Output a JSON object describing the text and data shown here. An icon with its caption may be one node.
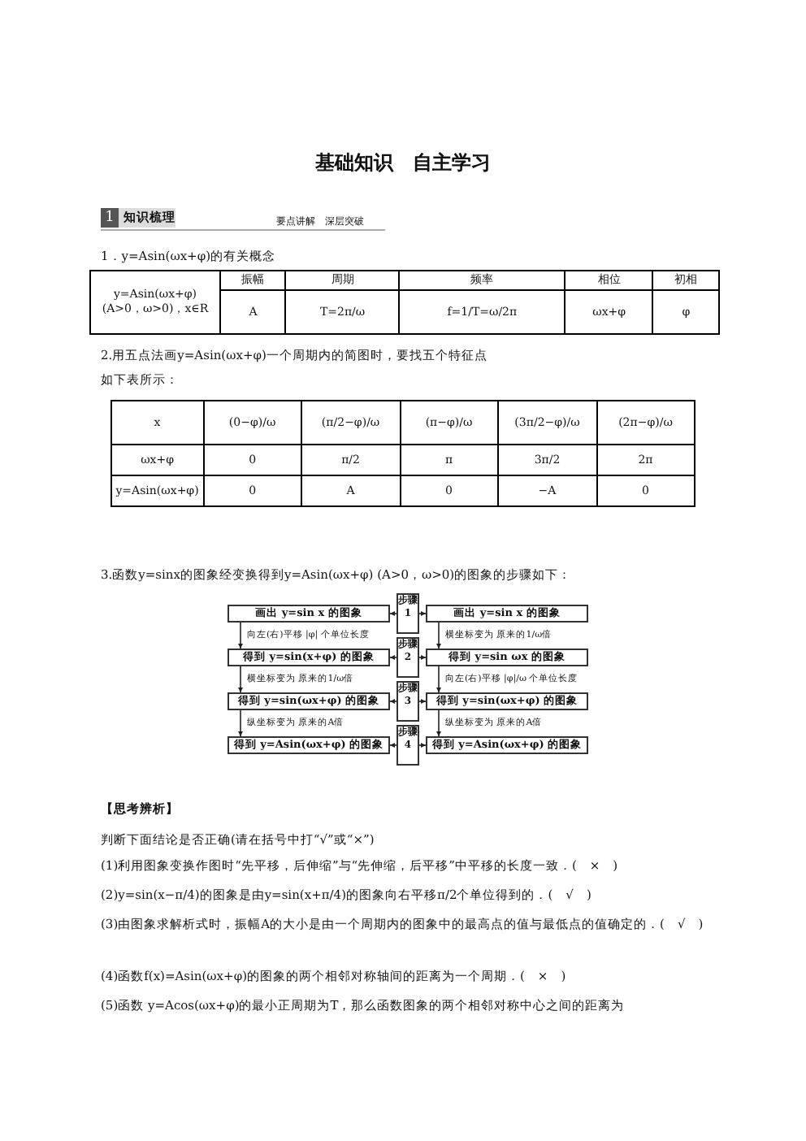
{
  "diagram": {
    "title": "基础知识　自主学习",
    "nodes": [
      {
        "text": [
          "画出 y=sin x 的图象"
        ]
      },
      {
        "text": [
          "步骤1"
        ]
      },
      {
        "text": [
          "画出 y=sin x 的图象"
        ]
      },
      {
        "text": [
          "得到 y=sin(x+φ) 的图象"
        ]
      },
      {
        "text": [
          "步骤2"
        ]
      },
      {
        "text": [
          "得到 y=sin ωx 的图象"
        ]
      },
      {
        "text": [
          "得到 y=sin(ωx+φ) 的图象"
        ]
      },
      {
        "text": [
          "步骤3"
        ]
      },
      {
        "text": [
          "得到 y=sin(ωx+φ) 的图象"
        ]
      },
      {
        "text": [
          "得到 y=Asin(ωx+φ) 的图象"
        ]
      },
      {
        "text": [
          "步骤4"
        ]
      },
      {
        "text": [
          "得到 y=Asin(ωx+φ) 的图象"
        ]
      }
    ],
    "edges": [
      {
        "from": 1,
        "to": 0,
        "arrow": "to"
      },
      {
        "from": 1,
        "to": 2,
        "arrow": "to"
      },
      {
        "from": 4,
        "to": 3,
        "arrow": "to"
      },
      {
        "from": 4,
        "to": 5,
        "arrow": "to"
      },
      {
        "from": 7,
        "to": 6,
        "arrow": "to"
      },
      {
        "from": 7,
        "to": 8,
        "arrow": "to"
      },
      {
        "from": 10,
        "to": 9,
        "arrow": "to"
      },
      {
        "from": 10,
        "to": 11,
        "arrow": "to"
      },
      {
        "from": 0,
        "to": 3,
        "arrow": "to",
        "label": "向左(右)平移 |φ| 个单位长度"
      },
      {
        "from": 3,
        "to": 6,
        "arrow": "to",
        "label": "横坐标变为 原来的1/ω倍"
      },
      {
        "from": 6,
        "to": 9,
        "arrow": "to",
        "label": "纵坐标变为 原来的A倍"
      },
      {
        "from": 2,
        "to": 5,
        "arrow": "to",
        "label": "横坐标变为 原来的1/ω倍"
      },
      {
        "from": 5,
        "to": 8,
        "arrow": "to",
        "label": "向左(右)平移 |φ|/ω 个单位长度"
      },
      {
        "from": 8,
        "to": 11,
        "arrow": "to",
        "label": "纵坐标变为 原来的A倍"
      }
    ],
    "labels": [
      "1",
      "知识梳理",
      "要点讲解　深层突破",
      "1．y=Asin(ωx+φ)的有关概念",
      "y=Asin(ωx+φ)(A>0，ω>0)，x∈R",
      "振幅",
      "周期",
      "频率",
      "相位",
      "初相",
      "A",
      "T=2π/ω",
      "f=1/T=ω/2π",
      "ωx+φ",
      "φ",
      "2.用五点法画y=Asin(ωx+φ)一个周期内的简图时，要找五个特征点",
      "如下表所示：",
      "x",
      "(0−φ)/ω",
      "(π/2−φ)/ω",
      "(π−φ)/ω",
      "(3π/2−φ)/ω",
      "(2π−φ)/ω",
      "ωx+φ",
      "0",
      "π/2",
      "π",
      "3π/2",
      "2π",
      "y=Asin(ωx+φ)",
      "0",
      "A",
      "0",
      "−A",
      "0",
      "3.函数y=sinx的图象经变换得到y=Asin(ωx+φ) (A>0，ω>0)的图象的步骤如下：",
      "【思考辨析】",
      "判断下面结论是否正确(请在括号中打“√”或“×”)",
      "(1)利用图象变换作图时“先平移，后伸缩”与“先伸缩，后平移”中平移的长度一致．(　×　)",
      "(2)y=sin(x−π/4)的图象是由y=sin(x+π/4)的图象向右平移π/2个单位得到的．(　√　)",
      "(3)由图象求解析式时，振幅A的大小是由一个周期内的图象中的最高点的值与最低点的值确定的．(　√　)",
      "(4)函数f(x)=Asin(ωx+φ)的图象的两个相邻对称轴间的距离为一个周期．(　×　)",
      "(5)函数 y=Acos(ωx+φ)的最小正周期为T，那么函数图象的两个相邻对称中心之间的距离为"
    ]
  }
}
